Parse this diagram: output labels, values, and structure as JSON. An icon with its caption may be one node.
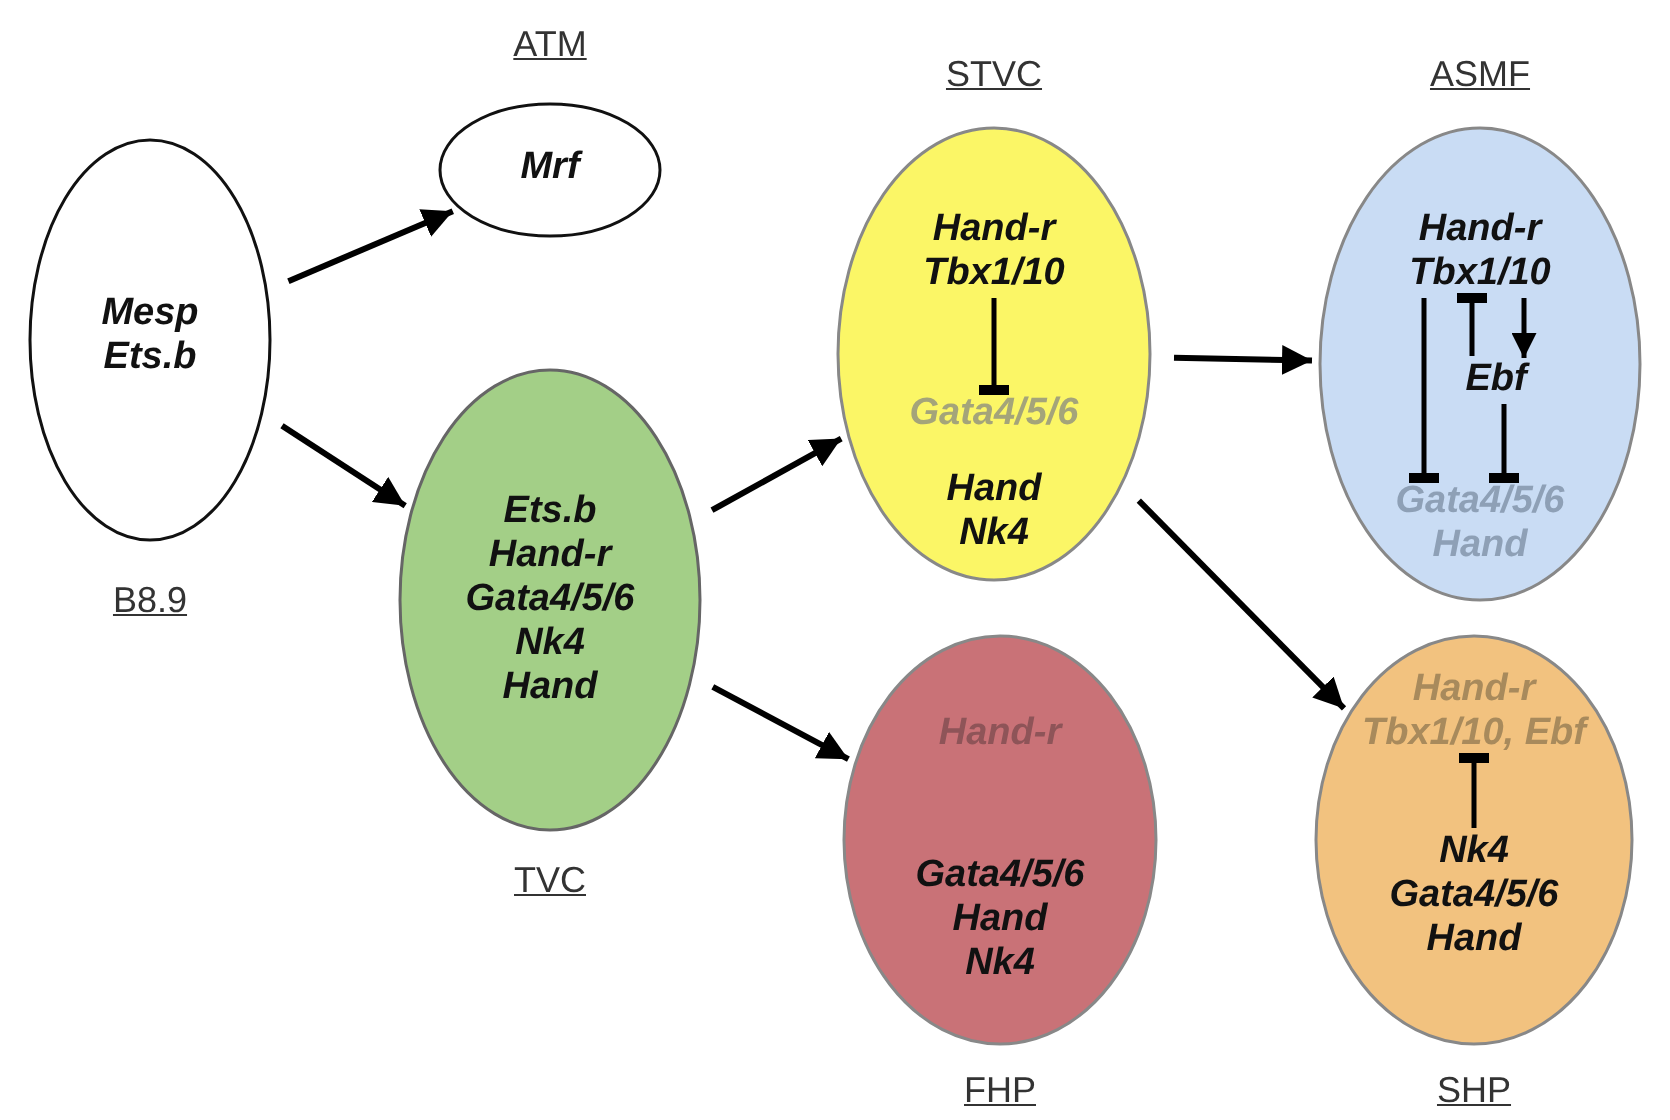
{
  "diagram": {
    "nodes": [
      {
        "text": [
          "Mesp Ets.b",
          "B8.9"
        ]
      },
      {
        "text": [
          "ATM",
          "Mrf"
        ]
      },
      {
        "text": [
          "Ets.b Hand-r Gata4/5/6 Nk4 Hand",
          "TVC"
        ]
      },
      {
        "text": [
          "STVC"
        ]
      },
      {
        "text": [
          "Hand-r Tbx1/10"
        ],
        "in": 3
      },
      {
        "text": [
          "Gata4/5/6"
        ],
        "in": 3
      },
      {
        "text": [
          "Hand Nk4"
        ],
        "in": 3
      },
      {
        "text": [
          "Hand-r",
          "Gata4/5/6 Hand Nk4",
          "FHP"
        ]
      },
      {
        "text": [
          "ASMF"
        ]
      },
      {
        "text": [
          "Hand-r Tbx1/10"
        ],
        "in": 8
      },
      {
        "text": [
          "Ebf"
        ],
        "in": 8
      },
      {
        "text": [
          "Gata4/5/6 Hand"
        ],
        "in": 8
      },
      {
        "text": [
          "SHP"
        ]
      },
      {
        "text": [
          "Hand-r Tbx1/10, Ebf"
        ],
        "in": 12
      },
      {
        "text": [
          "Nk4 Gata4/5/6 Hand"
        ],
        "in": 12
      }
    ],
    "edges": [
      {
        "from": 0,
        "to": 1,
        "arrow": "to"
      },
      {
        "from": 0,
        "to": 2,
        "arrow": "to"
      },
      {
        "from": 2,
        "to": 3,
        "arrow": "to"
      },
      {
        "from": 2,
        "to": 7,
        "arrow": "to"
      },
      {
        "from": 3,
        "to": 8,
        "arrow": "to"
      },
      {
        "from": 3,
        "to": 12,
        "arrow": "to"
      },
      {
        "from": 4,
        "to": 5,
        "arrow": "other"
      },
      {
        "from": 9,
        "to": 10,
        "arrow": "to"
      },
      {
        "from": 10,
        "to": 9,
        "arrow": "other"
      },
      {
        "from": 9,
        "to": 11,
        "arrow": "other"
      },
      {
        "from": 10,
        "to": 11,
        "arrow": "other"
      },
      {
        "from": 14,
        "to": 13,
        "arrow": "other"
      }
    ]
  }
}
